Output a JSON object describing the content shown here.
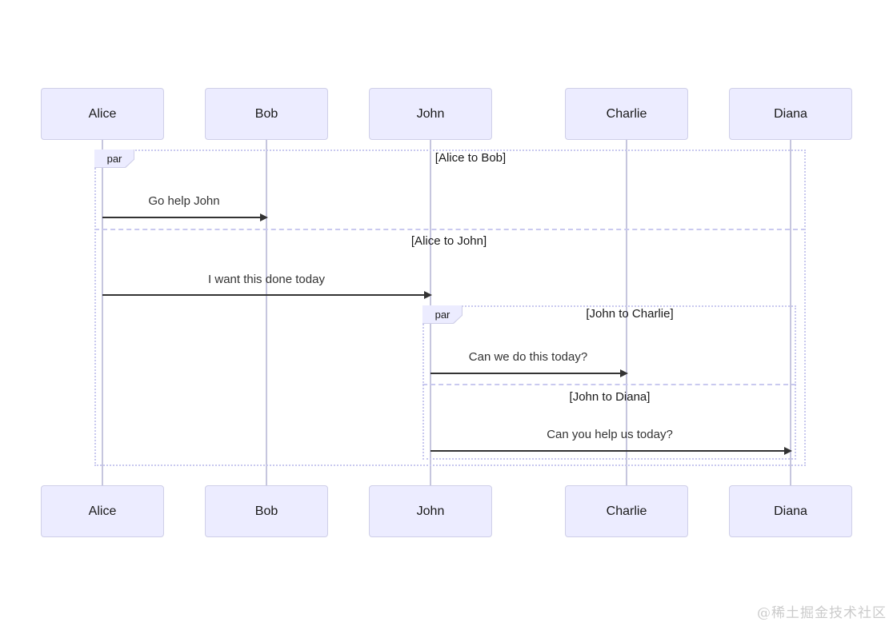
{
  "actors": [
    {
      "label": "Alice"
    },
    {
      "label": "Bob"
    },
    {
      "label": "John"
    },
    {
      "label": "Charlie"
    },
    {
      "label": "Diana"
    }
  ],
  "par_outer": {
    "tag": "par",
    "sections": [
      {
        "condition": "[Alice to Bob]",
        "message": {
          "from": "Alice",
          "to": "Bob",
          "text": "Go help John"
        }
      },
      {
        "condition": "[Alice to John]",
        "message": {
          "from": "Alice",
          "to": "John",
          "text": "I want this done today"
        }
      }
    ]
  },
  "par_inner": {
    "tag": "par",
    "sections": [
      {
        "condition": "[John to Charlie]",
        "message": {
          "from": "John",
          "to": "Charlie",
          "text": "Can we do this today?"
        }
      },
      {
        "condition": "[John to Diana]",
        "message": {
          "from": "John",
          "to": "Diana",
          "text": "Can you help us today?"
        }
      }
    ]
  },
  "watermark": {
    "text": "@稀土掘金技术社区"
  },
  "colors": {
    "actor_fill": "#ececff",
    "actor_border": "#cfcfe8",
    "lifeline": "#c6c6de",
    "frame_border": "#c9c9ef",
    "arrow": "#333333",
    "message_text": "#333333",
    "label_text": "#1a1a1a",
    "watermark": "#cbcbcb"
  }
}
